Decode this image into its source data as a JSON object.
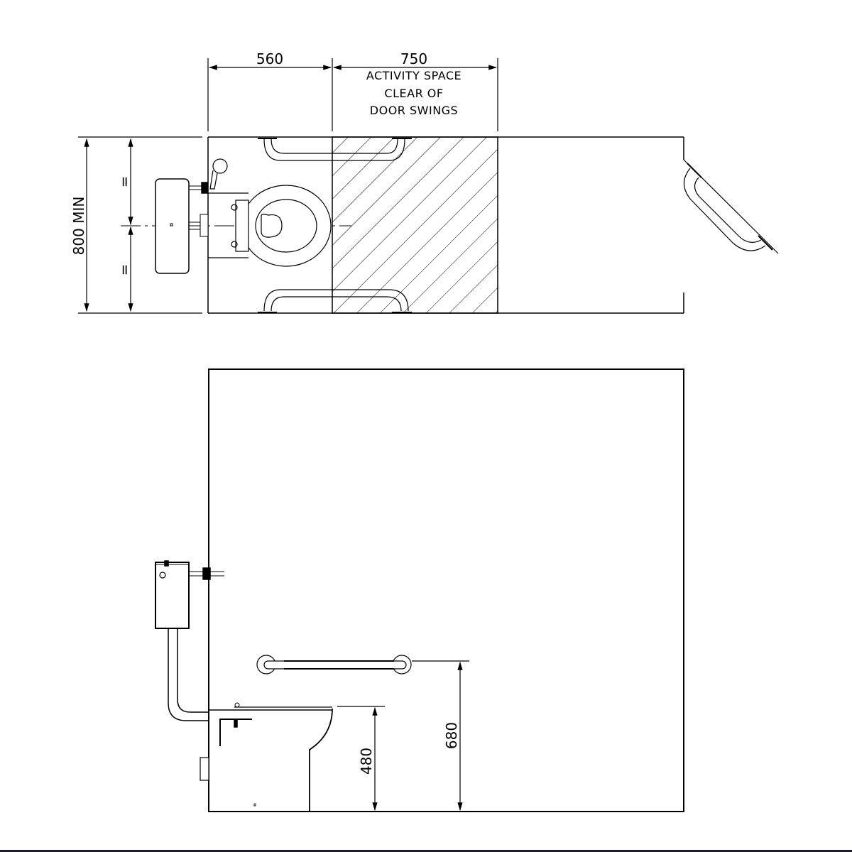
{
  "drawing": {
    "plan_view": {
      "dimensions": {
        "left_width": "560",
        "activity_width": "750",
        "room_width": "800 MIN",
        "half_equal_top": "=",
        "half_equal_bottom": "="
      },
      "activity_note": {
        "line1": "ACTIVITY SPACE",
        "line2": "CLEAR OF",
        "line3": "DOOR SWINGS"
      }
    },
    "elevation_view": {
      "dimensions": {
        "seat_height": "480",
        "rail_height": "680"
      }
    },
    "colors": {
      "line": "#000000",
      "background": "#ffffff",
      "bottom_rule": "#1c1c2c"
    }
  }
}
